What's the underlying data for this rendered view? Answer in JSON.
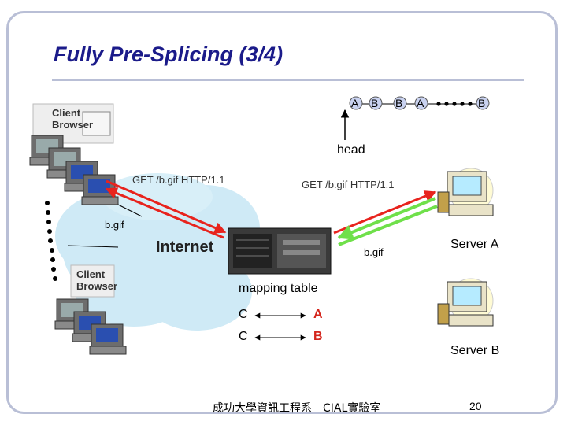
{
  "slide": {
    "title": "Fully Pre-Splicing (3/4)",
    "page_number": "20",
    "footer": "成功大學資訊工程系　CIAL實驗室"
  },
  "stream": {
    "letters": [
      "A",
      "B",
      "B",
      "A",
      "B"
    ],
    "head_label": "head"
  },
  "labels": {
    "client_top": "Client\nBrowser",
    "client_bottom": "Client\nBrowser",
    "get_left": "GET /b.gif HTTP/1.1",
    "get_right": "GET /b.gif HTTP/1.1",
    "bgif_left": "b.gif",
    "bgif_right": "b.gif",
    "internet": "Internet",
    "server_a": "Server A",
    "server_b": "Server B",
    "mapping_title": "mapping table"
  },
  "mapping_table": {
    "rows": [
      {
        "from": "C",
        "to": "A"
      },
      {
        "from": "C",
        "to": "B"
      }
    ]
  },
  "colors": {
    "title": "#1b1b8a",
    "frame": "#b9bfd6",
    "request_arrow": "#e8231d",
    "response_arrow": "#6fe04a",
    "cloud": "#cfeaf6",
    "mapping_target": "#d4251c"
  }
}
